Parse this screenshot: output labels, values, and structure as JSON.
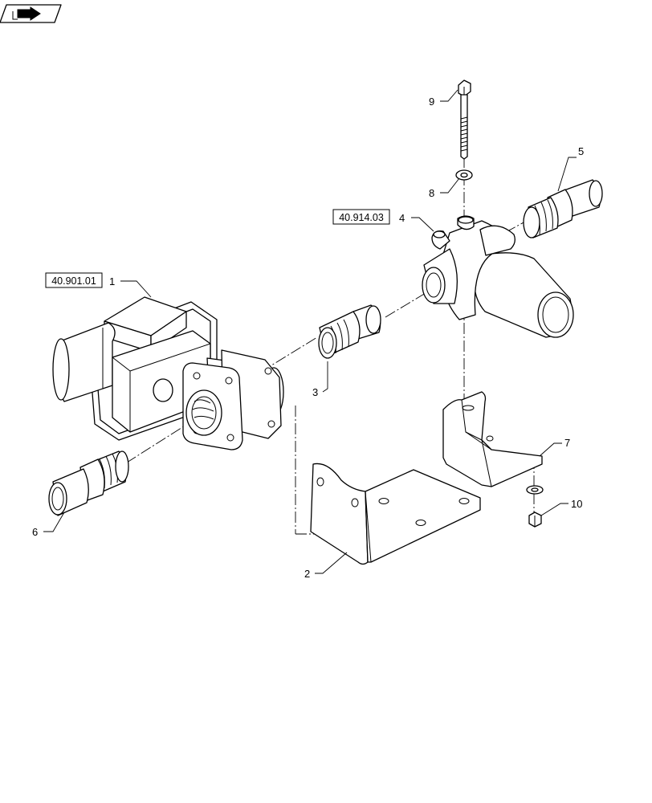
{
  "references": {
    "ref_1": "40.901.01",
    "ref_4": "40.914.03"
  },
  "callouts": {
    "c1": "1",
    "c2": "2",
    "c3": "3",
    "c4": "4",
    "c5": "5",
    "c6": "6",
    "c7": "7",
    "c8": "8",
    "c9": "9",
    "c10": "10"
  },
  "icons": {
    "corner_icon": "next-page-arrow-icon"
  },
  "colors": {
    "line": "#000000",
    "background": "#ffffff"
  }
}
